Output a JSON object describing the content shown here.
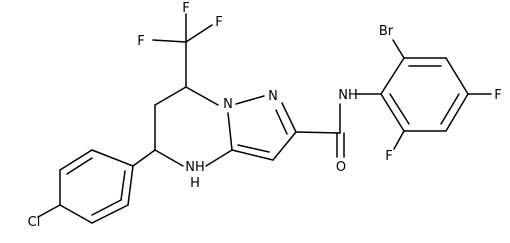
{
  "molecule": {
    "atom_labels": {
      "f_top_left": "F",
      "f_top_mid": "F",
      "f_top_right": "F",
      "n_ring": "N",
      "n_pyrazole": "N",
      "nh_amide": "NH",
      "o_carbonyl": "O",
      "nh_ring": "NH",
      "h_ring": "H",
      "cl": "Cl",
      "br": "Br",
      "f_para": "F",
      "f_ortho": "F"
    },
    "colors": {
      "bond": "#000000",
      "text": "#000000",
      "background": "#ffffff"
    }
  }
}
